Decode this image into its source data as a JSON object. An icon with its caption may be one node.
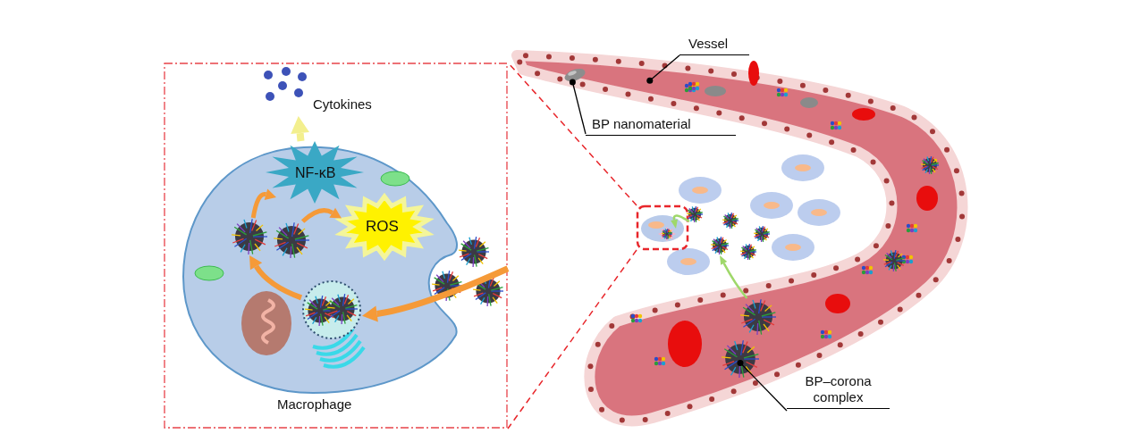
{
  "diagram": {
    "nodes": [
      {
        "text": [],
        "shape": "box"
      },
      {
        "text": [
          "Cytokines"
        ],
        "in": 0
      },
      {
        "text": [
          "Macrophage"
        ],
        "in": 0
      },
      {
        "text": [
          "NF-κB"
        ],
        "in": 2
      },
      {
        "text": [
          "ROS"
        ],
        "in": 2
      },
      {
        "text": [],
        "shape": "picture",
        "in": 2
      },
      {
        "text": [],
        "shape": "picture",
        "in": 2
      },
      {
        "text": [],
        "shape": "picture",
        "in": 2
      },
      {
        "text": [],
        "shape": "picture",
        "in": 0
      },
      {
        "text": [
          "Vessel"
        ]
      },
      {
        "text": [],
        "shape": "picture"
      },
      {
        "text": [
          "BP nanomaterial"
        ]
      },
      {
        "text": [],
        "shape": "picture",
        "in": 10
      },
      {
        "text": [],
        "shape": "box"
      },
      {
        "text": [],
        "shape": "picture",
        "in": 13
      },
      {
        "text": [],
        "shape": "picture"
      },
      {
        "text": [],
        "shape": "picture"
      },
      {
        "text": [],
        "shape": "picture",
        "in": 10
      },
      {
        "text": [
          "BP–corona complex"
        ]
      },
      {
        "text": [],
        "shape": "picture",
        "in": 10
      }
    ],
    "edges": [
      {
        "from": 8,
        "to": 7,
        "arrow": "to",
        "style": "thick"
      },
      {
        "from": 7,
        "to": 5,
        "arrow": "to",
        "style": "thick"
      },
      {
        "from": 5,
        "to": 3,
        "arrow": "to",
        "style": "thick"
      },
      {
        "from": 6,
        "to": 4,
        "arrow": "to",
        "style": "thick"
      },
      {
        "from": 3,
        "to": 1,
        "arrow": "to",
        "style": "thick",
        "color": "#f3ef8e"
      },
      {
        "from": 13,
        "to": 0,
        "arrow": "none",
        "style": "dashed",
        "color": "#e8262b"
      },
      {
        "from": 13,
        "to": 0,
        "arrow": "none",
        "style": "dashed",
        "color": "#e8262b"
      },
      {
        "from": 15,
        "to": 14,
        "arrow": "to",
        "color": "#9fd86a"
      },
      {
        "from": 17,
        "to": 16,
        "arrow": "to",
        "color": "#9fd86a"
      },
      {
        "from": 9,
        "to": 10,
        "arrow": "other",
        "color": "#000000"
      },
      {
        "from": 11,
        "to": 12,
        "arrow": "other",
        "color": "#000000"
      },
      {
        "from": 18,
        "to": 19,
        "arrow": "other",
        "color": "#000000"
      }
    ]
  }
}
